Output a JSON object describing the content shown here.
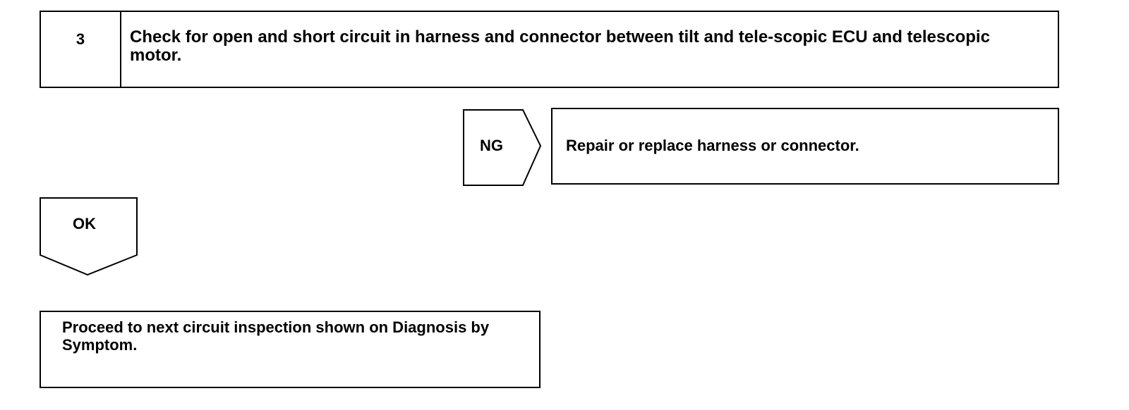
{
  "step": {
    "number": "3",
    "title": "Check for open and short circuit in harness and connector between tilt and tele-scopic ECU and telescopic motor."
  },
  "ng_branch": {
    "label": "NG",
    "result": "Repair or replace harness or connector."
  },
  "ok_branch": {
    "label": "OK"
  },
  "final_action": {
    "text": "Proceed to next circuit inspection shown on Diagnosis by Symptom."
  },
  "colors": {
    "line": "#000000",
    "background": "#ffffff"
  }
}
